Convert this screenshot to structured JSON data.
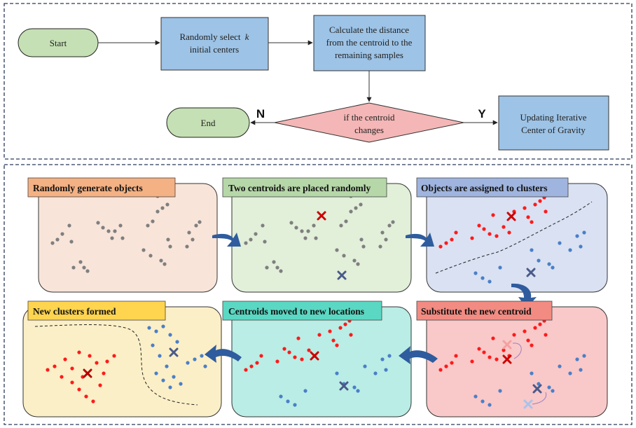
{
  "flowchart": {
    "start_label": "Start",
    "select_line1": "Randomly select",
    "select_k": "k",
    "select_line2": "initial centers",
    "calc_line1": "Calculate the distance",
    "calc_line2": "from the centroid to the",
    "calc_line3": "remaining samples",
    "decision_line1": "if the centroid",
    "decision_line2": "changes",
    "end_label": "End",
    "update_line1": "Updating Iterative",
    "update_line2": "Center of Gravity",
    "no_label": "N",
    "yes_label": "Y"
  },
  "panels": {
    "p1": {
      "title": "Randomly generate objects",
      "title_color": "#f4b183",
      "bg_color": "#f8e4d9"
    },
    "p2": {
      "title": "Two centroids are placed randomly",
      "title_color": "#b6d7a8",
      "bg_color": "#e2efd9"
    },
    "p3": {
      "title": "Objects are assigned to clusters",
      "title_color": "#9fb4de",
      "bg_color": "#d9e1f2"
    },
    "p4": {
      "title": "Substitute the new centroid",
      "title_color": "#f28b82",
      "bg_color": "#f9c8c8"
    },
    "p5": {
      "title": "Centroids moved to new locations",
      "title_color": "#5ad8c3",
      "bg_color": "#b9ede5"
    },
    "p6": {
      "title": "New clusters formed",
      "title_color": "#ffd54f",
      "bg_color": "#fbefc7"
    }
  },
  "colors": {
    "flow_box": "#9dc3e6",
    "terminal": "#c5e0b4",
    "decision": "#f4b6b6",
    "gray_point": "#7f7f7f",
    "red_point": "#ff1a1a",
    "blue_point": "#4a7fc8",
    "arrow_blue": "#2e5c9e"
  }
}
